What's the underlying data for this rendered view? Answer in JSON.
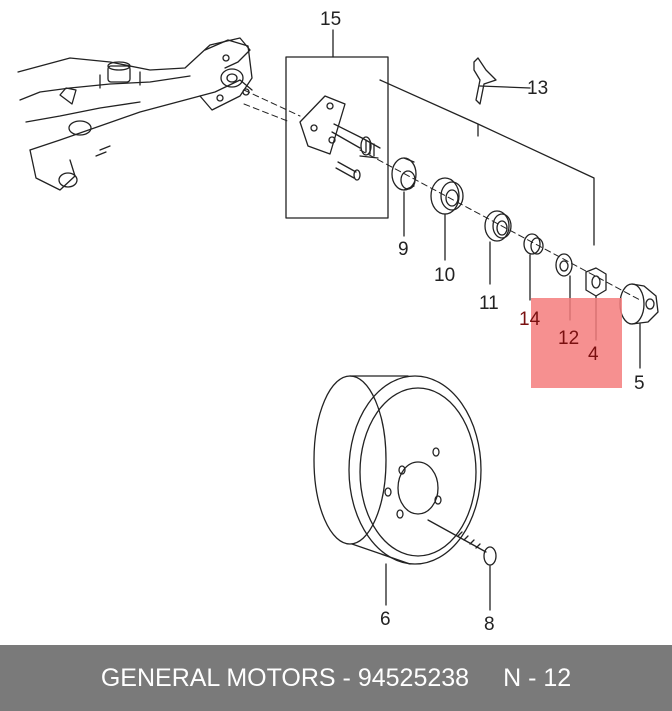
{
  "callouts": {
    "c15": "15",
    "c13": "13",
    "c9": "9",
    "c10": "10",
    "c11": "11",
    "c14": "14",
    "c12": "12",
    "c4": "4",
    "c5": "5",
    "c6": "6",
    "c8": "8"
  },
  "footer": {
    "brand_part": "GENERAL MOTORS - 94525238",
    "page_ref": "N - 12"
  },
  "colors": {
    "highlight": "#f47c7c",
    "footer_bg": "#7a7a7a",
    "footer_text": "#ffffff"
  }
}
